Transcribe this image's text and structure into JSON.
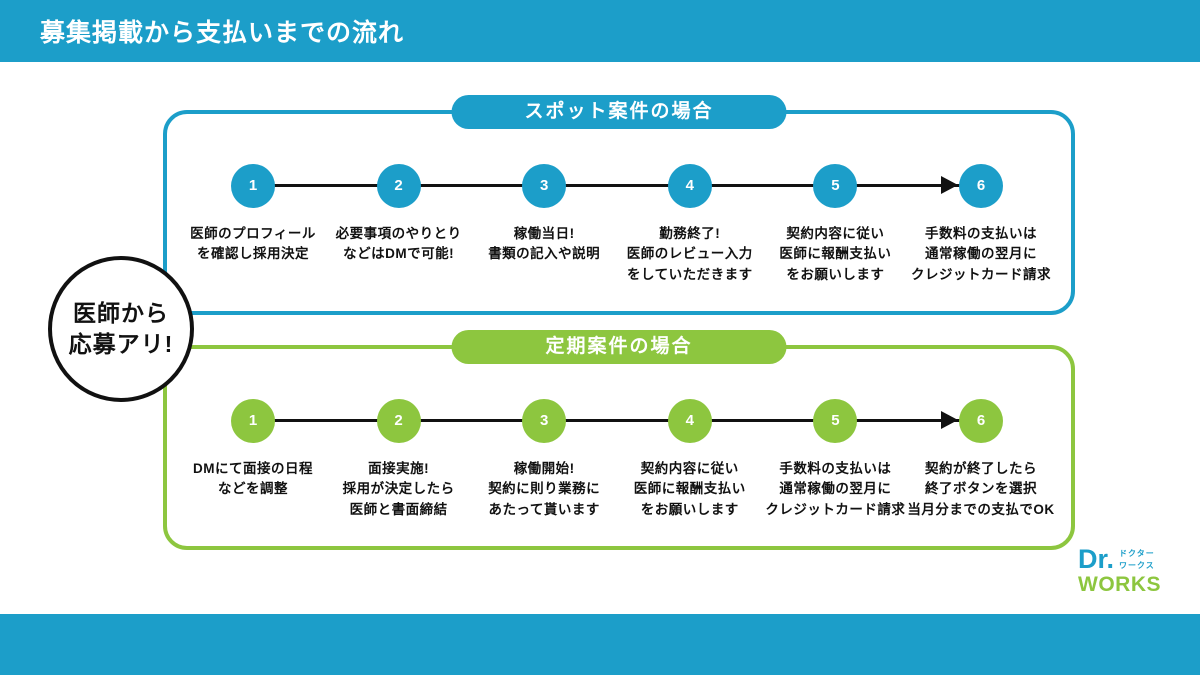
{
  "page": {
    "title": "募集掲載から支払いまでの流れ"
  },
  "colors": {
    "blue": "#1C9EC9",
    "green": "#8DC63F",
    "line": "#111111"
  },
  "callout": {
    "lines": [
      "医師から",
      "応募アリ!"
    ]
  },
  "sections": [
    {
      "id": "spot",
      "label": "スポット案件の場合",
      "color": "#1C9EC9",
      "steps": [
        {
          "number": "1",
          "lines": [
            "医師のプロフィール",
            "を確認し採用決定"
          ]
        },
        {
          "number": "2",
          "lines": [
            "必要事項のやりとり",
            "などはDMで可能!"
          ]
        },
        {
          "number": "3",
          "lines": [
            "稼働当日!",
            "書類の記入や説明"
          ]
        },
        {
          "number": "4",
          "lines": [
            "勤務終了!",
            "医師のレビュー入力",
            "をしていただきます"
          ]
        },
        {
          "number": "5",
          "lines": [
            "契約内容に従い",
            "医師に報酬支払い",
            "をお願いします"
          ]
        },
        {
          "number": "6",
          "lines": [
            "手数料の支払いは",
            "通常稼働の翌月に",
            "クレジットカード請求"
          ]
        }
      ]
    },
    {
      "id": "regular",
      "label": "定期案件の場合",
      "color": "#8DC63F",
      "steps": [
        {
          "number": "1",
          "lines": [
            "DMにて面接の日程",
            "などを調整"
          ]
        },
        {
          "number": "2",
          "lines": [
            "面接実施!",
            "採用が決定したら",
            "医師と書面締結"
          ]
        },
        {
          "number": "3",
          "lines": [
            "稼働開始!",
            "契約に則り業務に",
            "あたって貰います"
          ]
        },
        {
          "number": "4",
          "lines": [
            "契約内容に従い",
            "医師に報酬支払い",
            "をお願いします"
          ]
        },
        {
          "number": "5",
          "lines": [
            "手数料の支払いは",
            "通常稼働の翌月に",
            "クレジットカード請求"
          ]
        },
        {
          "number": "6",
          "lines": [
            "契約が終了したら",
            "終了ボタンを選択",
            "当月分までの支払でOK"
          ]
        }
      ]
    }
  ],
  "logo": {
    "dr": "Dr.",
    "works": "WORKS",
    "katakana_lines": [
      "ドクター",
      "ワークス"
    ]
  }
}
